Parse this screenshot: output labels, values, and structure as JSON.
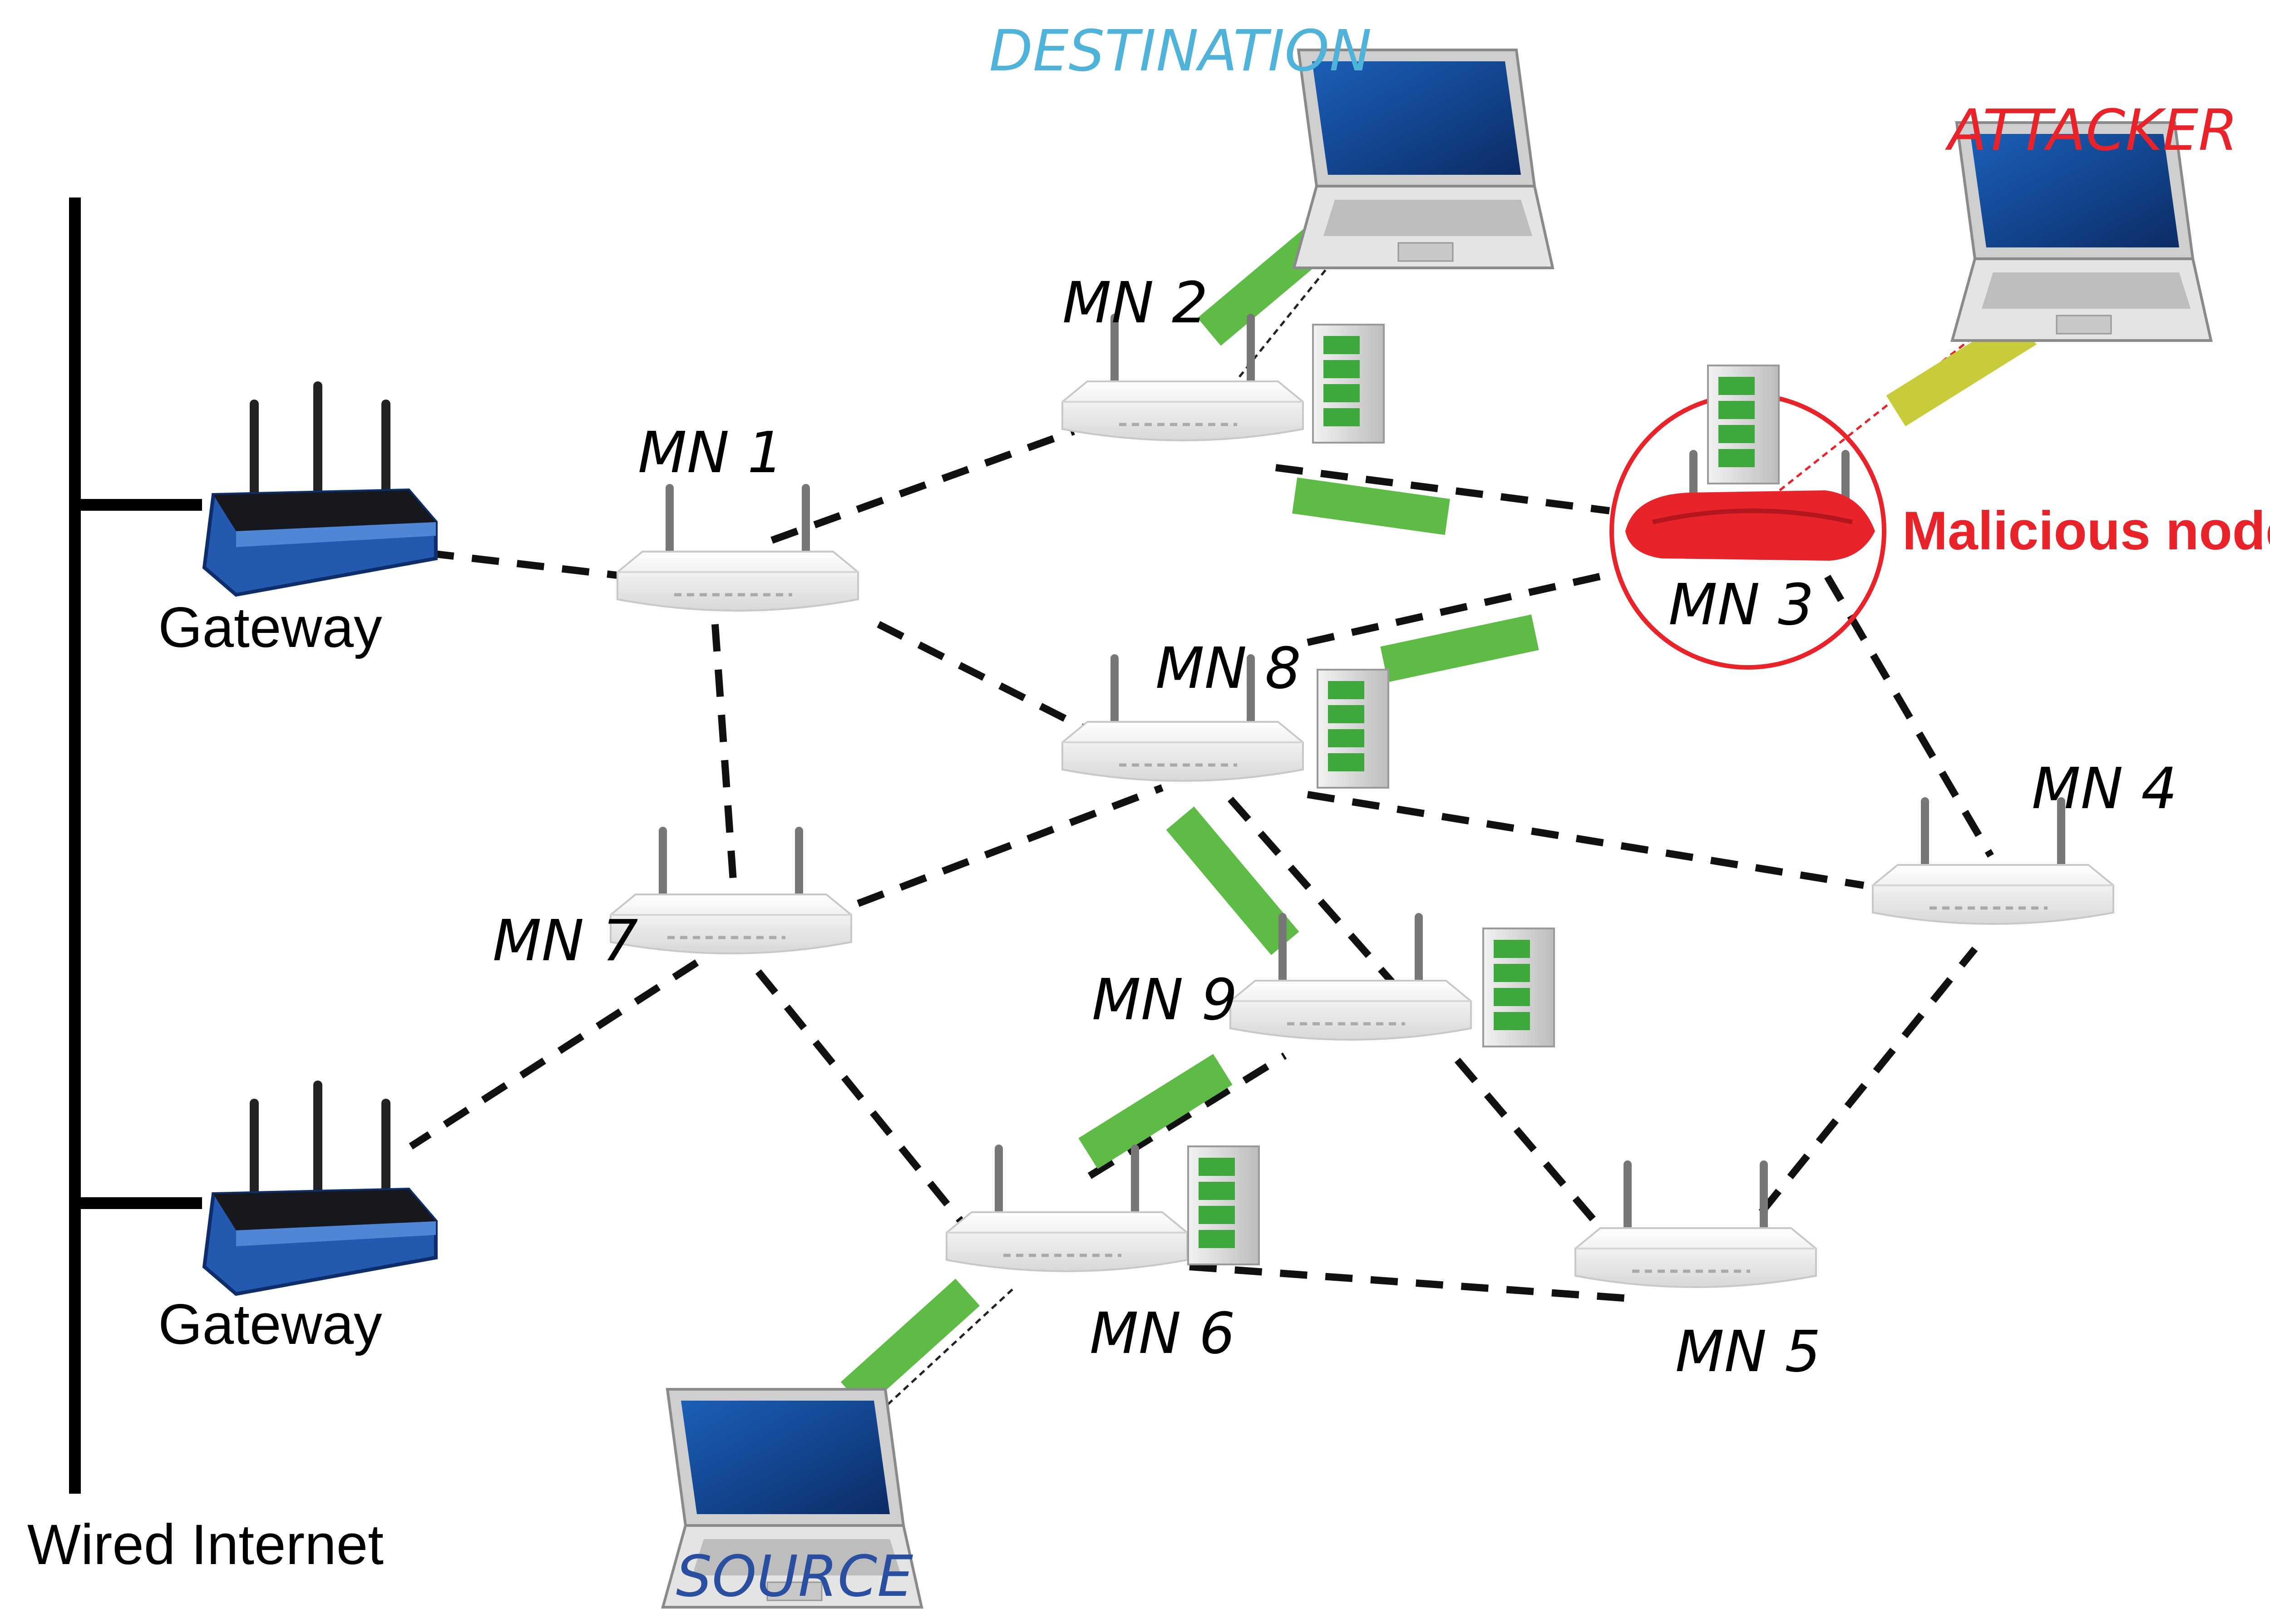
{
  "labels": {
    "destination": "DESTINATION",
    "attacker": "ATTACKER",
    "source": "SOURCE",
    "malicious_node": "Malicious node",
    "wired_internet": "Wired Internet",
    "gateway_top": "Gateway",
    "gateway_bottom": "Gateway"
  },
  "nodes": {
    "mn1": "MN 1",
    "mn2": "MN 2",
    "mn3": "MN 3",
    "mn4": "MN 4",
    "mn5": "MN 5",
    "mn6": "MN 6",
    "mn7": "MN 7",
    "mn8": "MN 8",
    "mn9": "MN 9"
  },
  "colors": {
    "destination_text": "#4fb3d9",
    "attacker_text": "#e8232a",
    "source_text": "#2b4fa0",
    "malicious_text": "#e8232a",
    "link_dashed": "#111111",
    "route_marker": "#5dbb46",
    "attacker_marker": "#c9cc3a",
    "malicious_router": "#e8232a",
    "gateway_router": "#2459b0"
  }
}
